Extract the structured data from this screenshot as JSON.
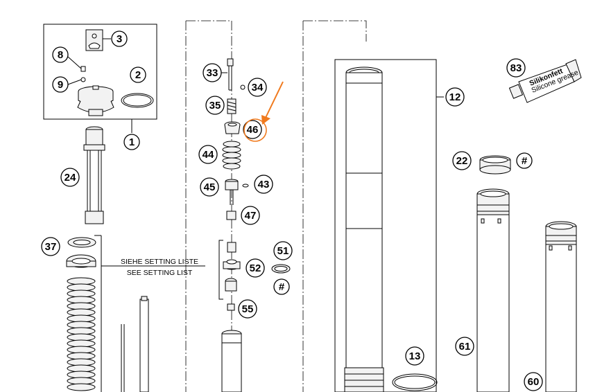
{
  "callouts": {
    "c1": "1",
    "c2": "2",
    "c3": "3",
    "c8": "8",
    "c9": "9",
    "c12": "12",
    "c13": "13",
    "c22": "22",
    "c24": "24",
    "c33": "33",
    "c34": "34",
    "c35": "35",
    "c37": "37",
    "c43": "43",
    "c44": "44",
    "c45": "45",
    "c46": "46",
    "c47": "47",
    "c51": "51",
    "c52": "52",
    "c55": "55",
    "c60": "60",
    "c61": "61",
    "c83": "83",
    "hash1": "#",
    "hash2": "#"
  },
  "setting_note": {
    "german": "SIEHE SETTING LISTE",
    "english": "SEE SETTING LIST"
  },
  "tube_label": {
    "line1": "Silikonfett",
    "line2": "Silicone grease"
  },
  "highlight": {
    "target": "46",
    "color": "#f07a1e"
  }
}
